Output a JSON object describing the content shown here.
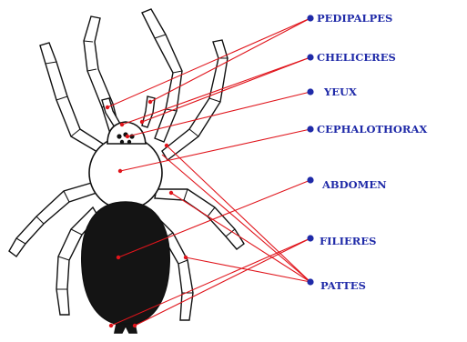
{
  "colors": {
    "label": "#1f2aa8",
    "pointer": "#e0141b",
    "outline": "#111111",
    "abdomen_fill": "#141414",
    "cephalothorax_fill": "#ffffff"
  },
  "labels": {
    "pedipalpes": "PEDIPALPES",
    "cheliceres": "CHELICERES",
    "yeux": "YEUX",
    "cephalothorax": "CEPHALOTHORAX",
    "abdomen": "ABDOMEN",
    "filieres": "FILIERES",
    "pattes": "PATTES"
  }
}
